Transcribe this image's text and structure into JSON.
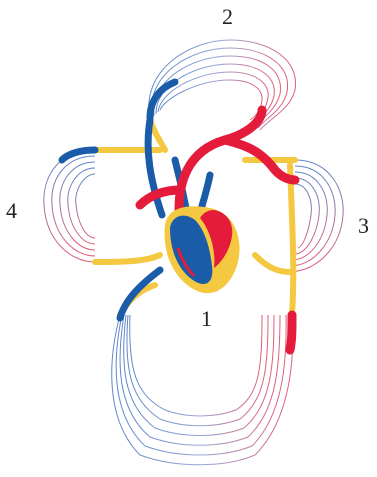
{
  "labels": {
    "top": "2",
    "right": "3",
    "left": "4",
    "heart": "1"
  },
  "colors": {
    "venous": "#1a5ca8",
    "arterial": "#e41b3a",
    "lymph": "#f5c842",
    "capillary_blue": "#5f86c8",
    "capillary_red": "#e25d7a"
  }
}
